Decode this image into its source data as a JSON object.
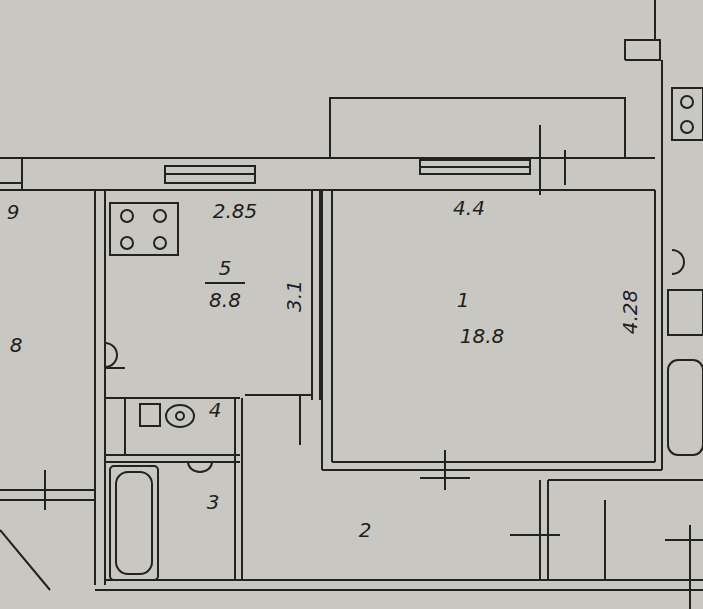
{
  "diagram": {
    "labels": [
      "9",
      "2.85",
      "4.4",
      "5",
      "8.8",
      "3.1",
      "1",
      "18.8",
      "4.28",
      "8",
      "4",
      "3",
      "2"
    ]
  }
}
